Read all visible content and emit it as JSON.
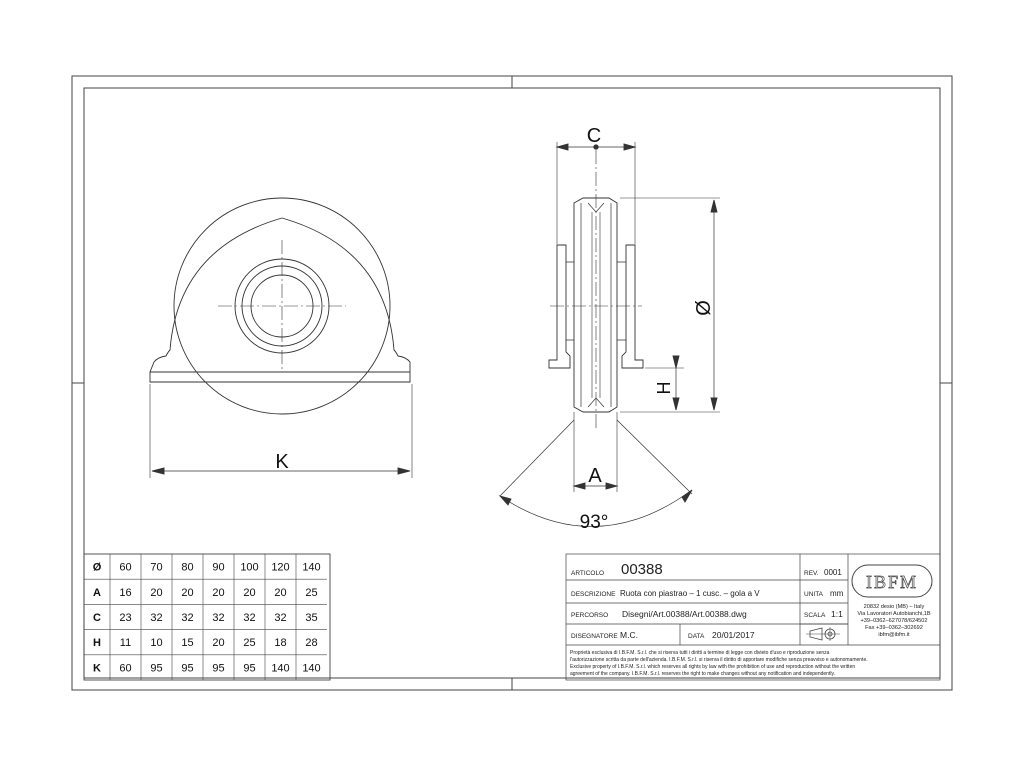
{
  "dimensions": {
    "front_width_label": "K",
    "side_top_label": "C",
    "side_diameter_label": "Ø",
    "side_height_label": "H",
    "side_groove_label": "A",
    "angle_label": "93°"
  },
  "size_table": {
    "rows": [
      {
        "label": "Ø",
        "values": [
          "60",
          "70",
          "80",
          "90",
          "100",
          "120",
          "140"
        ]
      },
      {
        "label": "A",
        "values": [
          "16",
          "20",
          "20",
          "20",
          "20",
          "20",
          "25"
        ]
      },
      {
        "label": "C",
        "values": [
          "23",
          "32",
          "32",
          "32",
          "32",
          "32",
          "35"
        ]
      },
      {
        "label": "H",
        "values": [
          "11",
          "10",
          "15",
          "20",
          "25",
          "18",
          "28"
        ]
      },
      {
        "label": "K",
        "values": [
          "60",
          "95",
          "95",
          "95",
          "95",
          "140",
          "140"
        ]
      }
    ]
  },
  "title_block": {
    "article_label": "ARTICOLO",
    "article_value": "00388",
    "rev_label": "REV.",
    "rev_value": "0001",
    "description_label": "DESCRIZIONE",
    "description_value": "Ruota con piastrao – 1 cusc. – gola a V",
    "unit_label": "UNITA",
    "unit_value": "mm",
    "path_label": "PERCORSO",
    "path_value": "Disegni/Art.00388/Art.00388.dwg",
    "scale_label": "SCALA",
    "scale_value": "1:1",
    "drawer_label": "DISEGNATORE",
    "drawer_value": "M.C.",
    "date_label": "DATA",
    "date_value": "20/01/2017",
    "company_logo": "IBFM",
    "address_line1": "20832 desio (MB) – Italy",
    "address_line2": "Via Lavoratori Autobianchi,1B",
    "phone": "+39–0362–627078/624502",
    "fax": "Fax +39–0362–302692",
    "email": "ibfm@ibfm.it",
    "legal_line1": "Proprietà esclusiva di I.B.F.M. S.r.l. che si riserva tutti i diritti a termine di legge con divieto d'uso e riproduzione senza",
    "legal_line2": "l'autorizzazione scritta da parte dell'azienda. I.B.F.M. S.r.l. si riserva il diritto di apportare modifiche senza preavviso e autonomamente.",
    "legal_line3": "Exclusive property of I.B.F.M. S.r.l. which reserves all rights by law with the prohibition of use and reproduction without the written",
    "legal_line4": "agreement of the company. I.B.F.M. S.r.l. reserves the right to make changes without any notification and independently."
  },
  "colors": {
    "line": "#333333",
    "frame": "#444444"
  }
}
